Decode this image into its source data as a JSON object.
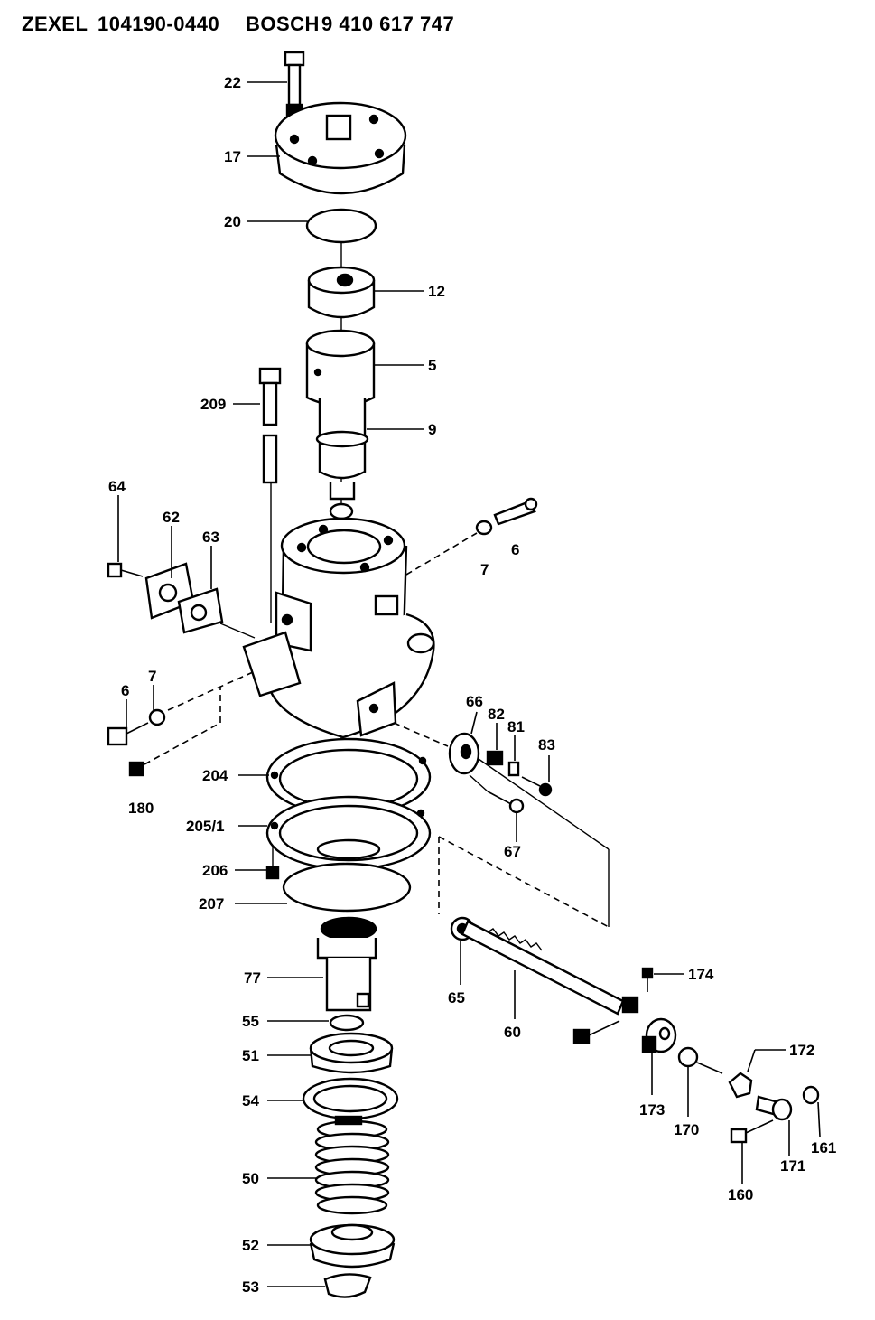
{
  "header": {
    "brand1": "ZEXEL",
    "part_no": "104190-0440",
    "brand2": "BOSCH",
    "bosch_no": "9 410 617 747"
  },
  "callouts": {
    "c22": "22",
    "c17": "17",
    "c20": "20",
    "c12": "12",
    "c5": "5",
    "c9": "9",
    "c209": "209",
    "c64": "64",
    "c62": "62",
    "c63": "63",
    "c7a": "7",
    "c6a": "6",
    "c6b": "6",
    "c7b": "7",
    "c180": "180",
    "c66": "66",
    "c82": "82",
    "c81": "81",
    "c83": "83",
    "c67": "67",
    "c204": "204",
    "c205": "205/1",
    "c206": "206",
    "c207": "207",
    "c77": "77",
    "c65": "65",
    "c60": "60",
    "c174": "174",
    "c55": "55",
    "c51": "51",
    "c54": "54",
    "c50": "50",
    "c52": "52",
    "c53": "53",
    "c173": "173",
    "c170": "170",
    "c172": "172",
    "c171": "171",
    "c161": "161",
    "c160": "160"
  }
}
